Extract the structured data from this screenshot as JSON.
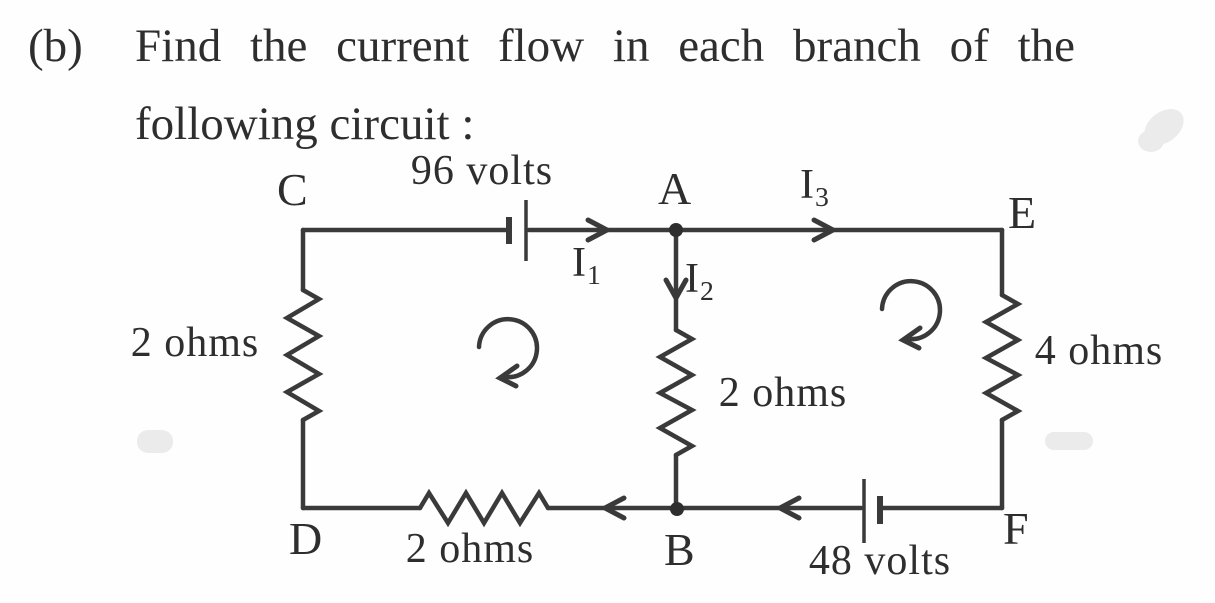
{
  "question": {
    "part": "(b)",
    "line1": "Find the current flow in each branch of the",
    "line2": "following circuit :"
  },
  "circuit": {
    "nodes": {
      "c": "C",
      "a": "A",
      "e": "E",
      "d": "D",
      "b": "B",
      "f": "F"
    },
    "sources": {
      "top": "96 volts",
      "bottom": "48 volts"
    },
    "resistors": {
      "left": "2 ohms",
      "middle": "2 ohms",
      "right": "4 ohms",
      "bottom": "2 ohms"
    },
    "currents": {
      "i1": {
        "base": "I",
        "sub": "1"
      },
      "i2": {
        "base": "I",
        "sub": "2"
      },
      "i3": {
        "base": "I",
        "sub": "3"
      }
    }
  },
  "colors": {
    "ink": "#2e2e2e",
    "wire": "#3a3a3a",
    "smudge": "#ebebeb",
    "paper": "#fefefe"
  }
}
